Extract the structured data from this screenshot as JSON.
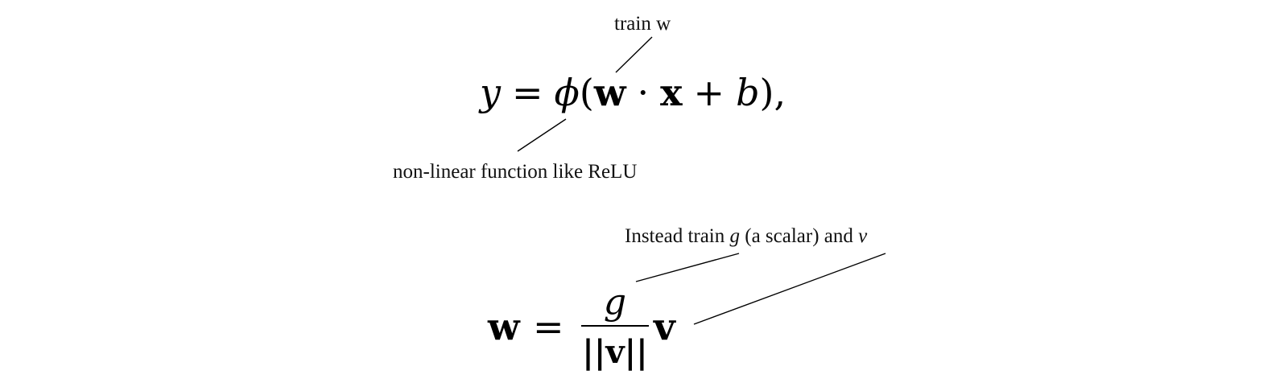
{
  "annotations": {
    "train_w": "train w",
    "nonlinear": "non-linear function like ReLU",
    "instead_prefix": "Instead train ",
    "instead_g": "g",
    "instead_middle": " (a scalar) and ",
    "instead_v": "v"
  },
  "equation1": {
    "y": "y",
    "equals": "=",
    "phi": "ϕ",
    "open_paren": "(",
    "w": "w",
    "dot": "·",
    "x": "x",
    "plus": "+",
    "b": "b",
    "close": "),"
  },
  "equation2": {
    "w": "w",
    "equals": "=",
    "numerator": "g",
    "denominator": "||v||",
    "v": "v"
  }
}
